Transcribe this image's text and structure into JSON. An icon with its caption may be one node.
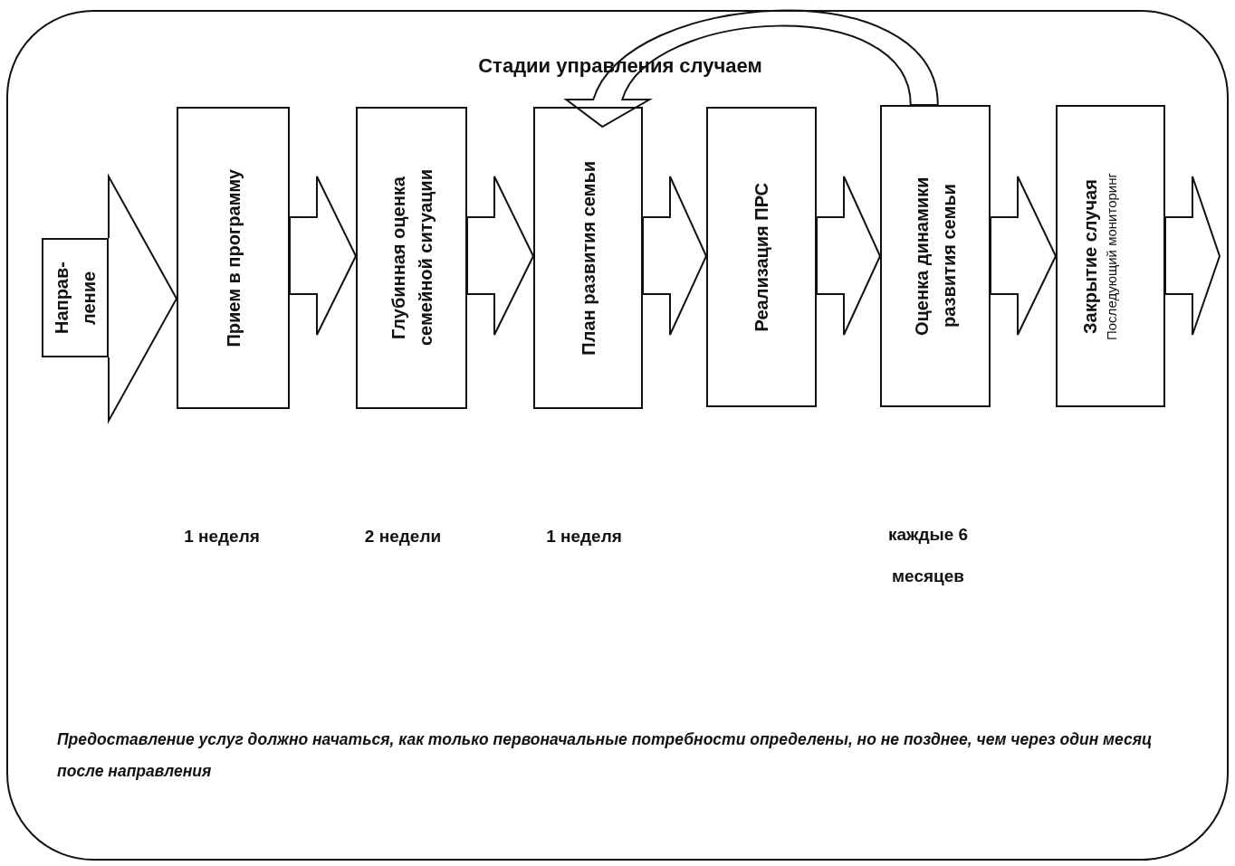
{
  "diagram": {
    "title": "Стадии управления случаем",
    "nodes": [
      {
        "text": [
          "Направ-ление"
        ]
      },
      {
        "text": [
          "Прием в программу"
        ]
      },
      {
        "text": [
          "Глубинная оценка семейной ситуации"
        ]
      },
      {
        "text": [
          "План развития семьи"
        ]
      },
      {
        "text": [
          "Реализация ПРС"
        ]
      },
      {
        "text": [
          "Оценка динамики развития семьи"
        ]
      },
      {
        "text": [
          "Закрытие случая",
          "Последующий мониторинг"
        ]
      }
    ],
    "edges": [
      {
        "from": 0,
        "to": 1,
        "arrow": "to"
      },
      {
        "from": 1,
        "to": 2,
        "arrow": "to"
      },
      {
        "from": 2,
        "to": 3,
        "arrow": "to"
      },
      {
        "from": 3,
        "to": 4,
        "arrow": "to"
      },
      {
        "from": 4,
        "to": 5,
        "arrow": "to"
      },
      {
        "from": 5,
        "to": 6,
        "arrow": "to"
      },
      {
        "from": 6,
        "to": null,
        "arrow": "to"
      },
      {
        "from": 5,
        "to": 3,
        "arrow": "to"
      }
    ],
    "labels": [
      "1 неделя",
      "2 недели",
      "1 неделя",
      "каждые 6 месяцев",
      "Предоставление услуг должно начаться, как только первоначальные потребности определены, но не позднее, чем через один месяц после направления"
    ]
  }
}
